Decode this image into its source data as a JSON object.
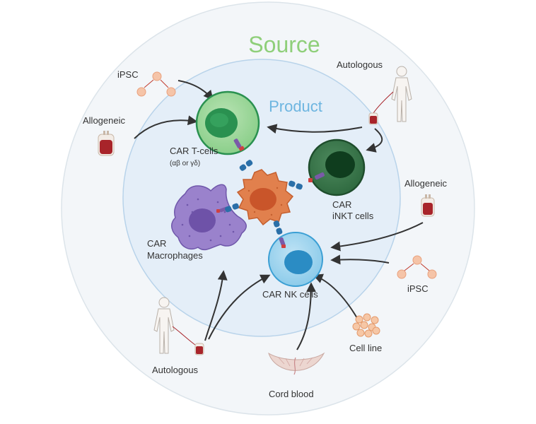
{
  "outer_title": "Source",
  "inner_title": "Product",
  "cells": {
    "car_t": {
      "title": "CAR T-cells",
      "subtitle": "(αβ or γδ)"
    },
    "car_inkt": {
      "line1": "CAR",
      "line2": "iNKT cells"
    },
    "car_macrophages": {
      "line1": "CAR",
      "line2": "Macrophages"
    },
    "car_nk": {
      "title": "CAR NK cells"
    }
  },
  "sources": {
    "ipsc_top_left": "iPSC",
    "allogeneic_left": "Allogeneic",
    "autologous_top_right": "Autologous",
    "allogeneic_right": "Allogeneic",
    "ipsc_right": "iPSC",
    "cell_line": "Cell line",
    "cord_blood": "Cord blood",
    "autologous_bottom_left": "Autologous"
  },
  "colors": {
    "source_title": "#8fcf7a",
    "product_title": "#6db5e0",
    "outer_circle": "#f4f7fa",
    "inner_circle": "#e6f0fa",
    "car_t": "#2a9150",
    "car_inkt": "#1e5a32",
    "car_nk": "#3b9fd4",
    "macrophage": "#8a70c0",
    "tumor": "#d96a3a"
  }
}
